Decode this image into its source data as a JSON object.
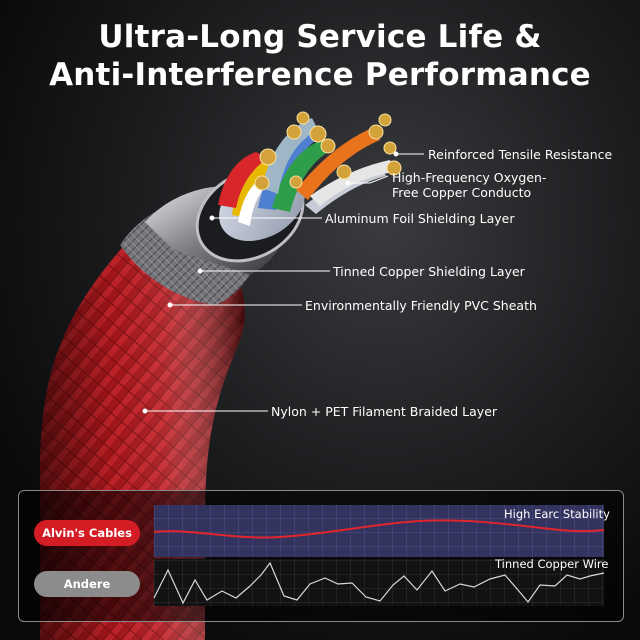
{
  "title": {
    "line1": "Ultra-Long Service Life &",
    "line2": "Anti-Interference Performance"
  },
  "callouts": [
    {
      "id": "tensile",
      "text": "Reinforced Tensile Resistance"
    },
    {
      "id": "copper",
      "text": "High-Frequency Oxygen-Free Copper Conducto"
    },
    {
      "id": "foil",
      "text": "Aluminum Foil Shielding Layer"
    },
    {
      "id": "tinned",
      "text": "Tinned Copper Shielding Layer"
    },
    {
      "id": "pvc",
      "text": "Environmentally Friendly PVC Sheath"
    },
    {
      "id": "braid",
      "text": "Nylon + PET Filament Braided Layer"
    }
  ],
  "comparison": {
    "brand_label": "Alvin's Cables",
    "other_label": "Andere",
    "top_chart_label": "High Earc Stability",
    "bottom_chart_label": "Tinned Copper Wire"
  },
  "colors": {
    "brand_red": "#d41c24",
    "grey_pill": "#8c8c8c",
    "grid_bg": "#3a3a6a",
    "cable_red": "#b51a1e"
  }
}
